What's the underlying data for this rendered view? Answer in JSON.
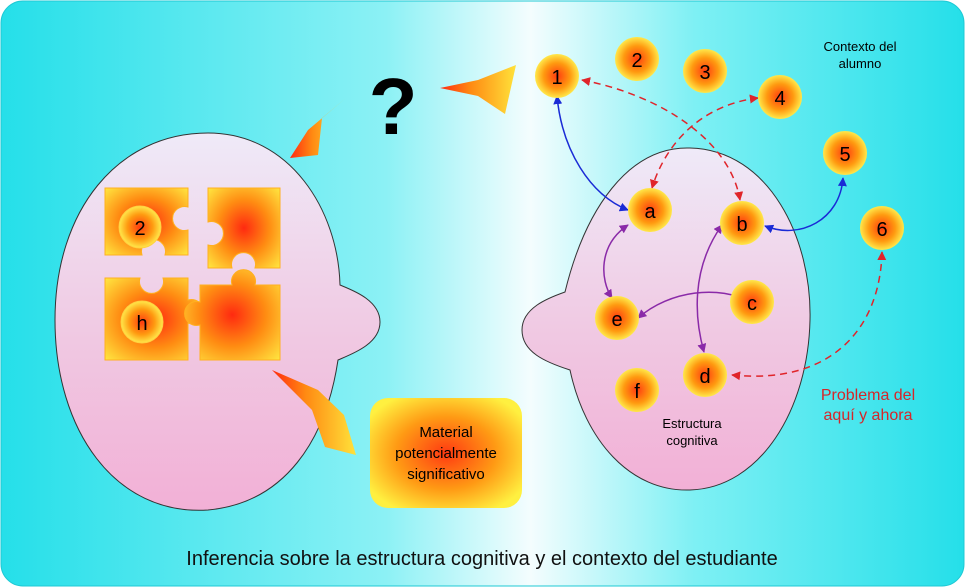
{
  "caption": "Inferencia  sobre la estructura cognitiva y el contexto del estudiante",
  "question_mark": "?",
  "context_label": [
    "Contexto del",
    "alumno"
  ],
  "structure_label": [
    "Estructura",
    "cognitiva"
  ],
  "problem_label": [
    "Problema del",
    "aquí y ahora"
  ],
  "material_label": [
    "Material",
    "potencialmente",
    "significativo"
  ],
  "puzzle_labels": [
    "2",
    "h"
  ],
  "context_nodes": [
    "1",
    "2",
    "3",
    "4",
    "5",
    "6"
  ],
  "structure_nodes": [
    "a",
    "b",
    "c",
    "d",
    "e",
    "f"
  ],
  "colors": {
    "blue_link": "#1a2bd6",
    "red_link": "#e0242a",
    "purple_link": "#8a2aa8",
    "problem_text": "#d6262a",
    "background": "#2fe3ec"
  }
}
